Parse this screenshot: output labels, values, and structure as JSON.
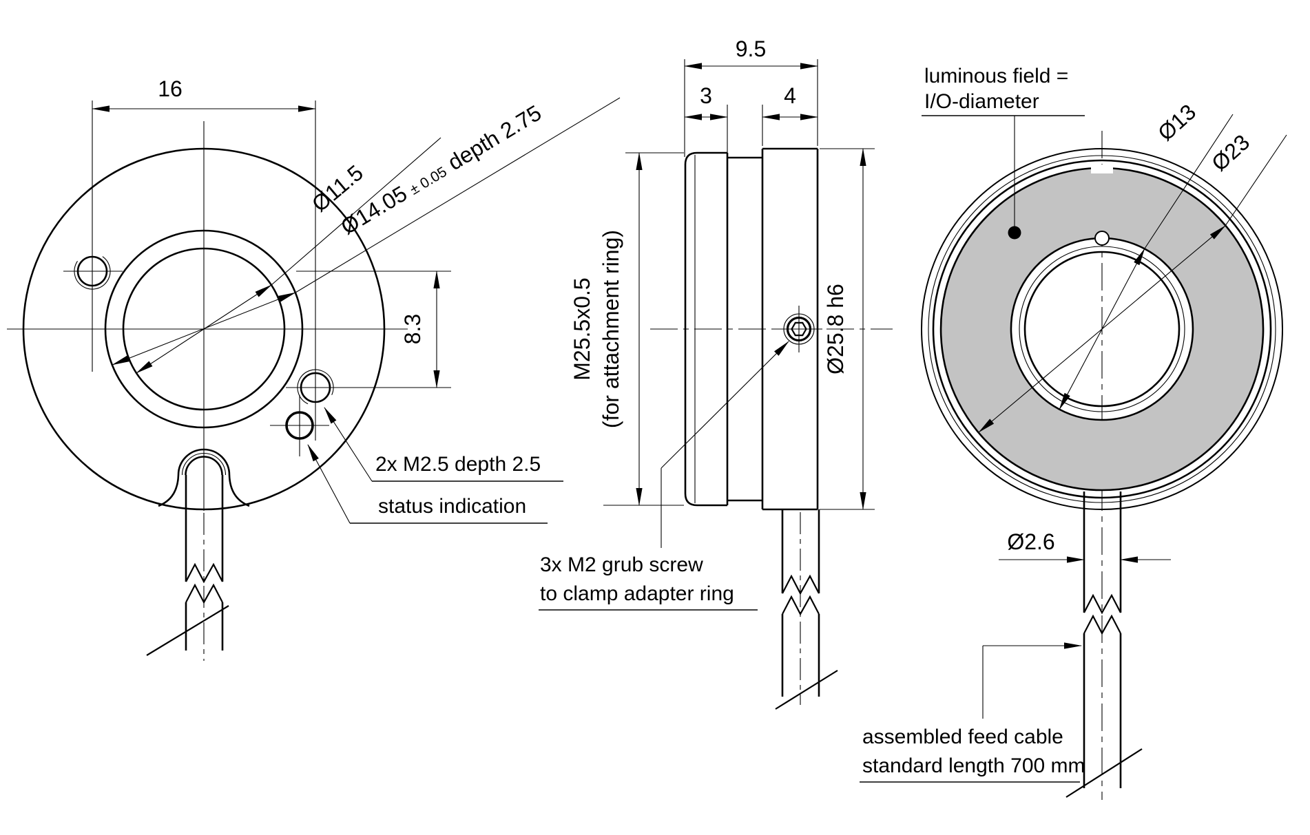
{
  "drawing": {
    "title_semantic": "ring-light dimensional drawing, three orthographic views",
    "colors": {
      "line": "#000000",
      "luminous_fill": "#c3c3c3",
      "background": "#ffffff"
    },
    "front_view": {
      "dim_hole_spacing_h": "16",
      "dim_hole_spacing_v": "8.3",
      "dia_inner": "Ø11.5",
      "dia_recess": "Ø14.05",
      "dia_recess_tolerance": "± 0.05",
      "dia_recess_suffix": "depth 2.75",
      "label_mount_holes": "2x M2.5 depth 2.5",
      "label_status": "status indication"
    },
    "side_view": {
      "dim_total_depth": "9.5",
      "dim_front_section": "3",
      "dim_rear_section": "4",
      "label_thread_line1": "M25.5x0.5",
      "label_thread_line2": "(for attachment ring)",
      "dia_housing": "Ø25.8 h6",
      "label_grub_line1": "3x M2 grub screw",
      "label_grub_line2": "to clamp adapter ring"
    },
    "back_view": {
      "label_luminous_line1": "luminous field =",
      "label_luminous_line2": "I/O-diameter",
      "dia_io": "Ø13",
      "dia_luminous": "Ø23",
      "dia_cable": "Ø2.6",
      "label_cable_line1": "assembled feed cable",
      "label_cable_line2": "standard length 700 mm"
    }
  }
}
